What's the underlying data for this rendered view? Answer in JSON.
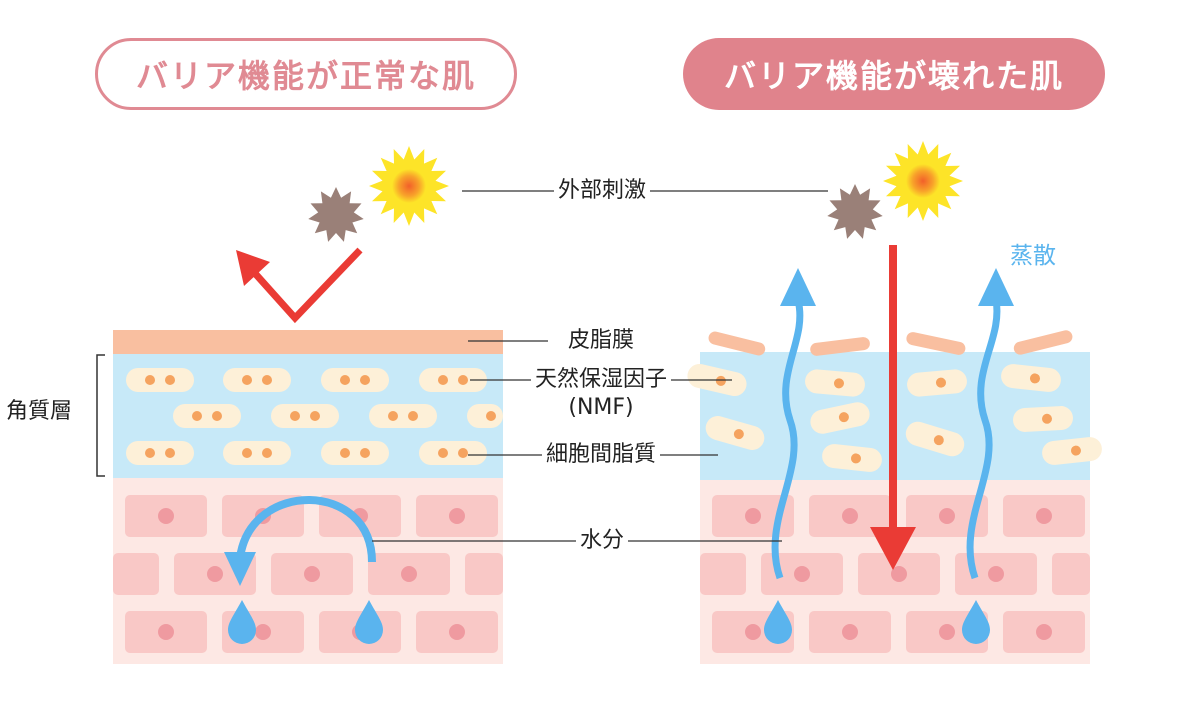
{
  "titles": {
    "normal": "バリア機能が正常な肌",
    "damaged": "バリア機能が壊れた肌"
  },
  "labels": {
    "external_stimulus": "外部刺激",
    "sebum_membrane": "皮脂膜",
    "nmf_line1": "天然保湿因子",
    "nmf_line2": "(NMF)",
    "intercellular_lipid": "細胞間脂質",
    "moisture": "水分",
    "stratum_corneum": "角質層",
    "evaporation": "蒸散"
  },
  "colors": {
    "title_pink": "#e08a93",
    "sebum": "#f9bfa0",
    "stratum_blue": "#c7e9f8",
    "cell_cream": "#fdf0d8",
    "nucleus_orange": "#f5a35f",
    "skin_bg": "#fde8e4",
    "skin_cell": "#f9c8c6",
    "skin_nucleus": "#ef9aa0",
    "arrow_red": "#ea3b35",
    "water_blue": "#5ab4ee",
    "dust_brown": "#9a8078",
    "sun_yellow": "#fde428",
    "sun_core": "#f2602a"
  }
}
